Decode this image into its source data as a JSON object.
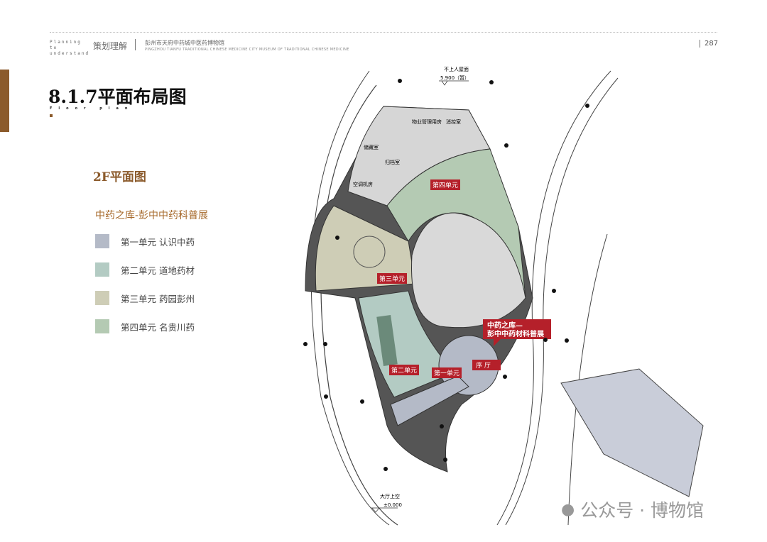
{
  "header": {
    "en_label": "Planning to understand",
    "cn_label": "策划理解",
    "project_cn": "彭州市天府中药城中医药博物馆",
    "project_en": "PINGZHOU TIANFU TRADITIONAL CHINESE MEDICINE CITY MUSEUM OF TRADITIONAL CHINESE MEDICINE",
    "page_number": "287"
  },
  "title": "8.1.7平面布局图",
  "subtitle": "Floor plan",
  "floor_label": "2F平面图",
  "exhibition_title": "中药之库-彭中中药科普展",
  "legend": [
    {
      "label": "第一单元  认识中药",
      "color": "#b4bac7"
    },
    {
      "label": "第二单元  道地药材",
      "color": "#b3cbc3"
    },
    {
      "label": "第三单元  药园彭州",
      "color": "#cecdb6"
    },
    {
      "label": "第四单元  名贵川药",
      "color": "#b4cab3"
    }
  ],
  "plan": {
    "rooms": [
      "物业管理用房",
      "消控室",
      "储藏室",
      "归档室",
      "空调机房"
    ],
    "unit_tags": [
      "第四单元",
      "第三单元",
      "第二单元",
      "第一单元",
      "序  厅"
    ],
    "callout_line1": "中药之库—",
    "callout_line2": "彭中中药材科普展",
    "elev_top_label": "不上人屋面",
    "elev_top_value": "5.900（暂）",
    "elev_bottom_label": "大厅上空",
    "elev_bottom_value": "±0.000"
  },
  "watermark": "公众号 · 博物馆"
}
